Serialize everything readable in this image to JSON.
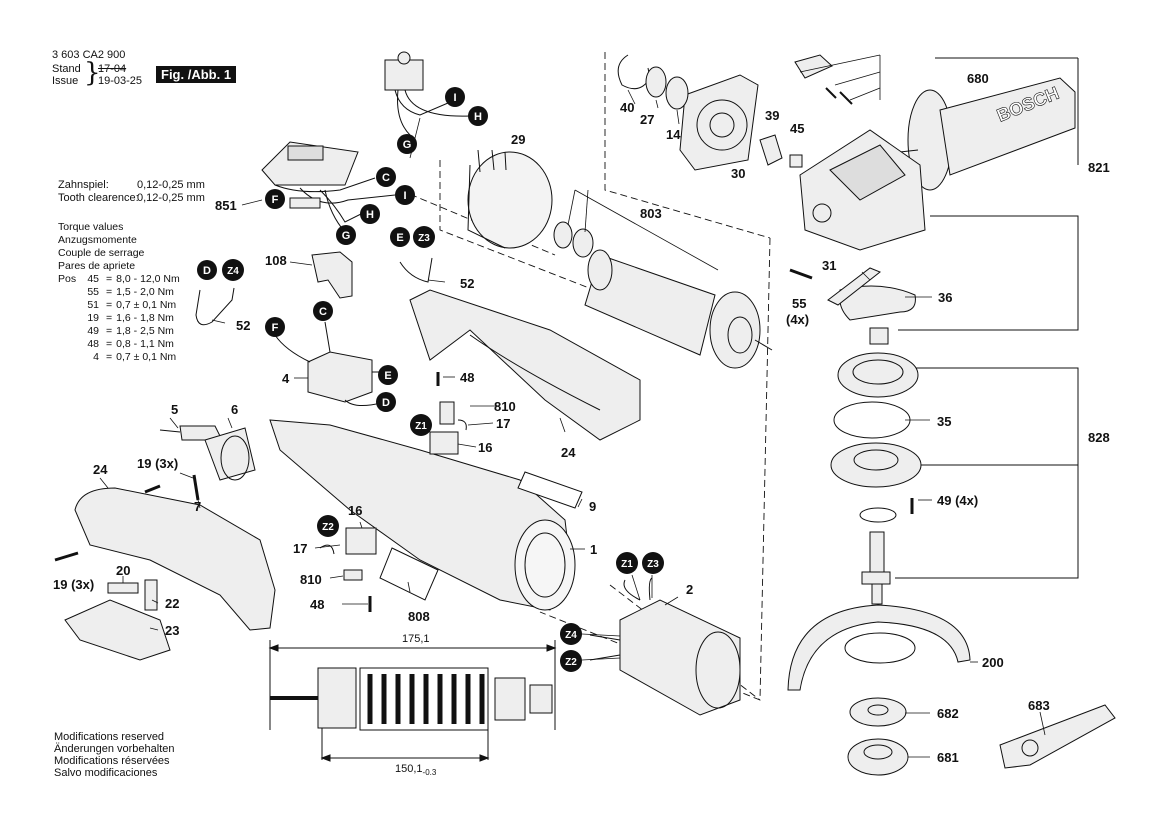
{
  "header": {
    "doc_number": "3 603 CA2 900",
    "stand_label": "Stand",
    "issue_label": "Issue",
    "stand_old_date": "17-04",
    "issue_date": "19-03-25",
    "figure_label": "Fig. /Abb. 1"
  },
  "notes": {
    "zahnspiel_label": "Zahnspiel:",
    "zahnspiel_value": "0,12-0,25 mm",
    "tooth_label": "Tooth clearence:",
    "tooth_value": "0,12-0,25 mm"
  },
  "torque": {
    "titles": [
      "Torque values",
      "Anzugsmomente",
      "Couple de serrage",
      "Pares de apriete"
    ],
    "pos_label": "Pos",
    "rows": [
      {
        "pos": "45",
        "value": "8,0 - 12,0 Nm"
      },
      {
        "pos": "55",
        "value": "1,5 - 2,0 Nm"
      },
      {
        "pos": "51",
        "value": "0,7 ± 0,1 Nm"
      },
      {
        "pos": "19",
        "value": "1,6 - 1,8 Nm"
      },
      {
        "pos": "49",
        "value": "1,8 - 2,5 Nm"
      },
      {
        "pos": "48",
        "value": "0,8 - 1,1 Nm"
      },
      {
        "pos": "4",
        "value": "0,7 ± 0,1 Nm"
      }
    ]
  },
  "modifications": [
    "Modifications reserved",
    "Änderungen vorbehalten",
    "Modifications réservées",
    "Salvo modificaciones"
  ],
  "dimensions": {
    "overall": "175,1",
    "core": "150,1",
    "core_tol": "-0.3"
  },
  "part_labels": {
    "p40": "40",
    "p27": "27",
    "p14": "14",
    "p39": "39",
    "p45": "45",
    "p30": "30",
    "p680": "680",
    "p821": "821",
    "p29": "29",
    "p803": "803",
    "p31": "31",
    "p36": "36",
    "p55": "55",
    "p55q": "(4x)",
    "p851": "851",
    "p108": "108",
    "p52a": "52",
    "p52b": "52",
    "p48a": "48",
    "p810a": "810",
    "p17a": "17",
    "p16a": "16",
    "p4": "4",
    "p5": "5",
    "p6": "6",
    "p24a": "24",
    "p24b": "24",
    "p19a": "19 (3x)",
    "p7": "7",
    "p9": "9",
    "p1": "1",
    "p35": "35",
    "p828": "828",
    "p49": "49 (4x)",
    "p16b": "16",
    "p17b": "17",
    "p810b": "810",
    "p48b": "48",
    "p808": "808",
    "p19b": "19 (3x)",
    "p20": "20",
    "p22": "22",
    "p23": "23",
    "p2": "2",
    "p200": "200",
    "p682": "682",
    "p681": "681",
    "p683": "683"
  },
  "badges": {
    "I1": "I",
    "H1": "H",
    "G1": "G",
    "C1": "C",
    "I2": "I",
    "F1": "F",
    "H2": "H",
    "G2": "G",
    "E1": "E",
    "Z3a": "Z3",
    "D1": "D",
    "Z4a": "Z4",
    "C2": "C",
    "F2": "F",
    "E2": "E",
    "D2": "D",
    "Z1a": "Z1",
    "Z2a": "Z2",
    "Z1b": "Z1",
    "Z3b": "Z3",
    "Z4b": "Z4",
    "Z2b": "Z2"
  },
  "handle_brand": "BOSCH",
  "colors": {
    "ink": "#111111",
    "part_fill": "#eeeeee",
    "badge_fill": "#111111",
    "badge_text": "#ffffff"
  }
}
